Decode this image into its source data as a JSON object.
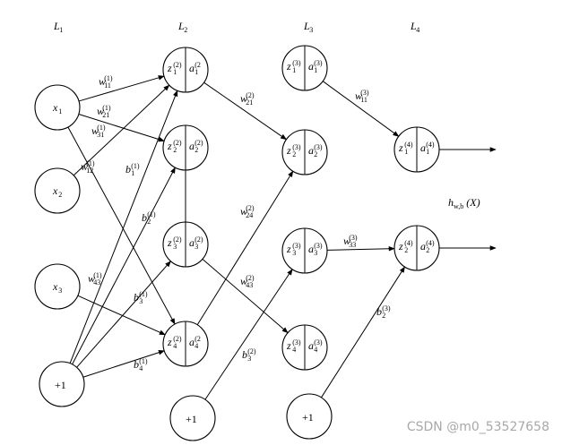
{
  "layers": [
    {
      "name": "L",
      "sub": "1"
    },
    {
      "name": "L",
      "sub": "2"
    },
    {
      "name": "L",
      "sub": "3"
    },
    {
      "name": "L",
      "sub": "4"
    }
  ],
  "input_nodes": [
    {
      "var": "x",
      "sub": "1"
    },
    {
      "var": "x",
      "sub": "2"
    },
    {
      "var": "x",
      "sub": "3"
    }
  ],
  "bias_label": "+1",
  "l2_units": [
    {
      "z": "z",
      "zsub": "1",
      "zsup": "(2)",
      "a": "a",
      "asub": "1",
      "asup": "(2"
    },
    {
      "z": "z",
      "zsub": "2",
      "zsup": "(2)",
      "a": "a",
      "asub": "2",
      "asup": "(2)"
    },
    {
      "z": "z",
      "zsub": "3",
      "zsup": "(2)",
      "a": "a",
      "asub": "3",
      "asup": "(2)"
    },
    {
      "z": "z",
      "zsub": "4",
      "zsup": "(2)",
      "a": "a",
      "asub": "4",
      "asup": "(2"
    }
  ],
  "l3_units": [
    {
      "z": "z",
      "zsub": "1",
      "zsup": "(3)",
      "a": "a",
      "asub": "1",
      "asup": "(3)"
    },
    {
      "z": "z",
      "zsub": "2",
      "zsup": "(3)",
      "a": "a",
      "asub": "2",
      "asup": "(3)"
    },
    {
      "z": "z",
      "zsub": "3",
      "zsup": "(3)",
      "a": "a",
      "asub": "3",
      "asup": "(3)"
    },
    {
      "z": "z",
      "zsub": "4",
      "zsup": "(3)",
      "a": "a",
      "asub": "4",
      "asup": "(3)"
    }
  ],
  "l4_units": [
    {
      "z": "z",
      "zsub": "1",
      "zsup": "(4)",
      "a": "a",
      "asub": "1",
      "asup": "(4)"
    },
    {
      "z": "z",
      "zsub": "2",
      "zsup": "(4)",
      "a": "a",
      "asub": "2",
      "asup": "(4)"
    }
  ],
  "weights": [
    {
      "id": "w11_1",
      "v": "w",
      "sub": "11",
      "sup": "(1)"
    },
    {
      "id": "w21_1",
      "v": "w",
      "sub": "21",
      "sup": "(1)"
    },
    {
      "id": "w31_1",
      "v": "w",
      "sub": "31",
      "sup": "(1)"
    },
    {
      "id": "w12_1",
      "v": "w",
      "sub": "12",
      "sup": "(1)"
    },
    {
      "id": "w43_1",
      "v": "w",
      "sub": "43",
      "sup": "(1)"
    },
    {
      "id": "b1_1",
      "v": "b",
      "sub": "1",
      "sup": "(1)"
    },
    {
      "id": "b2_1",
      "v": "b",
      "sub": "2",
      "sup": "(1)"
    },
    {
      "id": "b3_1",
      "v": "b",
      "sub": "3",
      "sup": "(1)"
    },
    {
      "id": "b4_1",
      "v": "b",
      "sub": "4",
      "sup": "(1)"
    },
    {
      "id": "w21_2",
      "v": "w",
      "sub": "21",
      "sup": "(2)"
    },
    {
      "id": "w24_2",
      "v": "w",
      "sub": "24",
      "sup": "(2)"
    },
    {
      "id": "w43_2",
      "v": "w",
      "sub": "43",
      "sup": "(2)"
    },
    {
      "id": "b3_2",
      "v": "b",
      "sub": "3",
      "sup": "(2)"
    },
    {
      "id": "w11_3",
      "v": "w",
      "sub": "11",
      "sup": "(3)"
    },
    {
      "id": "w33_3",
      "v": "w",
      "sub": "33",
      "sup": "(3)"
    },
    {
      "id": "b2_3",
      "v": "b",
      "sub": "2",
      "sup": "(3)"
    }
  ],
  "output": {
    "h": "h",
    "sub": "w,b",
    "arg": "(X)"
  },
  "watermark": "CSDN @m0_53527658"
}
